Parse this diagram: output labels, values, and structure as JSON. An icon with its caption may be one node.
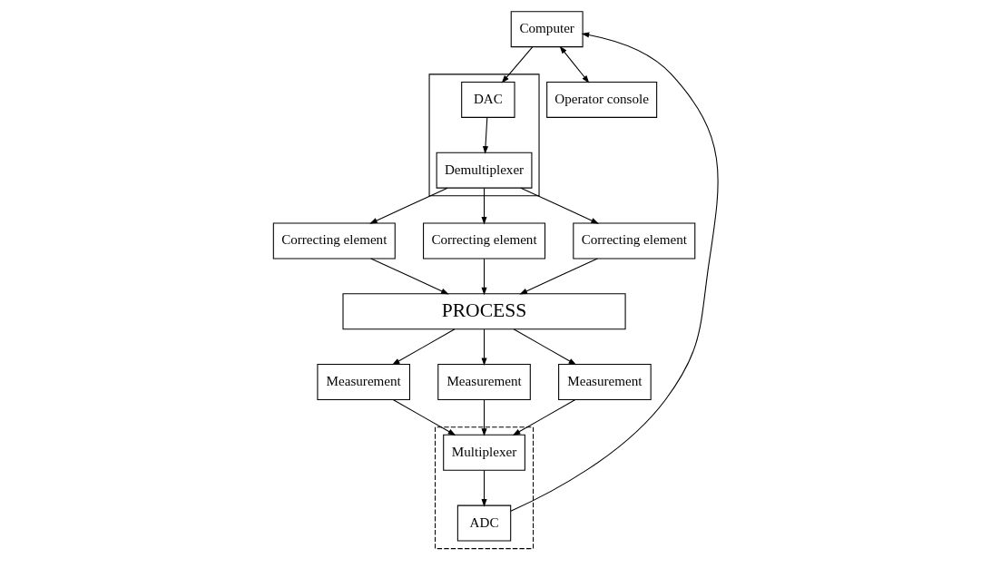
{
  "diagram": {
    "nodes": [
      {
        "text": [
          "Correcting element"
        ]
      },
      {
        "text": [
          "Correcting element"
        ]
      },
      {
        "text": [
          "Correcting element"
        ]
      },
      {
        "text": [
          "PROCESS"
        ]
      },
      {
        "text": [],
        "shape": "box"
      },
      {
        "text": [
          "Demultiplexer"
        ],
        "in": 4
      },
      {
        "text": [
          "Measurement"
        ]
      },
      {
        "text": [
          "Measurement"
        ]
      },
      {
        "text": [
          "Measurement"
        ]
      },
      {
        "text": [
          "DAC"
        ],
        "in": 4
      },
      {
        "text": [
          "Computer"
        ]
      },
      {
        "text": [],
        "shape": "box"
      },
      {
        "text": [
          "ADC"
        ],
        "in": 11
      },
      {
        "text": [
          "Multiplexer"
        ],
        "in": 11
      },
      {
        "text": [
          "Operator console"
        ]
      }
    ],
    "edges": [
      {
        "from": 5,
        "to": 0,
        "arrow": "to"
      },
      {
        "from": 5,
        "to": 1,
        "arrow": "to"
      },
      {
        "from": 5,
        "to": 2,
        "arrow": "to"
      },
      {
        "from": 0,
        "to": 3,
        "arrow": "to"
      },
      {
        "from": 1,
        "to": 3,
        "arrow": "to"
      },
      {
        "from": 2,
        "to": 3,
        "arrow": "to"
      },
      {
        "from": 3,
        "to": 6,
        "arrow": "to"
      },
      {
        "from": 3,
        "to": 7,
        "arrow": "to"
      },
      {
        "from": 3,
        "to": 8,
        "arrow": "to"
      },
      {
        "from": 6,
        "to": 13,
        "arrow": "to"
      },
      {
        "from": 7,
        "to": 13,
        "arrow": "to"
      },
      {
        "from": 8,
        "to": 13,
        "arrow": "to"
      },
      {
        "from": 13,
        "to": 12,
        "arrow": "to"
      },
      {
        "from": 12,
        "to": 10,
        "arrow": "to"
      },
      {
        "from": 10,
        "to": 9,
        "arrow": "to"
      },
      {
        "from": 9,
        "to": 5,
        "arrow": "to"
      },
      {
        "from": 10,
        "to": 14,
        "arrow": "both"
      }
    ]
  }
}
